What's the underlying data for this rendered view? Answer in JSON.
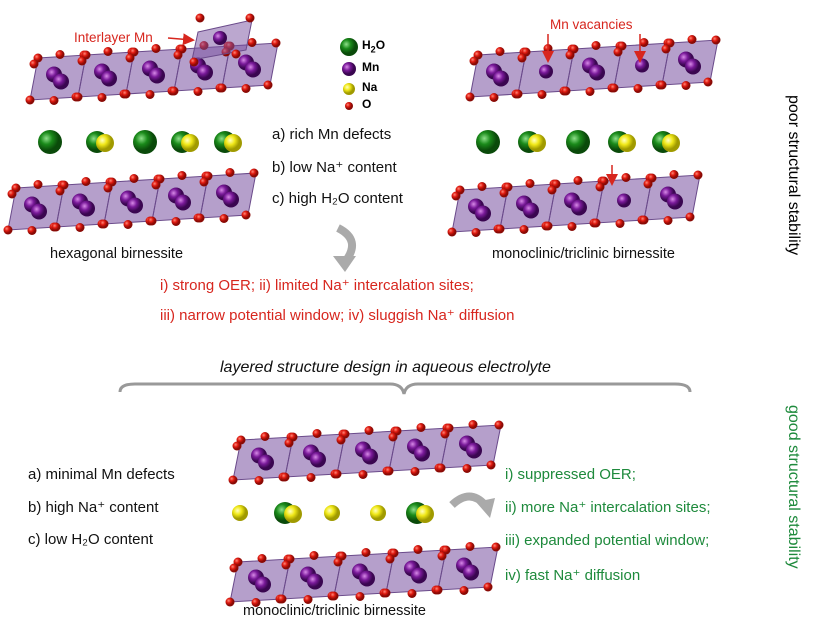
{
  "legend": {
    "h2o": "H2O",
    "mn": "Mn",
    "na": "Na",
    "o": "O"
  },
  "annotations": {
    "interlayer_mn": "Interlayer Mn",
    "mn_vacancies": "Mn vacancies"
  },
  "top": {
    "left_label": "hexagonal birnessite",
    "right_label": "monoclinic/triclinic birnessite",
    "features": [
      "a) rich Mn defects",
      "b) low Na⁺ content",
      "c) high H₂O content"
    ],
    "problems": [
      "i) strong OER; ii) limited Na⁺ intercalation sites;",
      "iii) narrow potential window; iv) sluggish Na⁺ diffusion"
    ],
    "side_label": "poor structural stability"
  },
  "middle": {
    "design_label": "layered structure design in aqueous electrolyte"
  },
  "bottom": {
    "label": "monoclinic/triclinic birnessite",
    "features": [
      "a) minimal Mn defects",
      "b) high Na⁺ content",
      "c) low H₂O content"
    ],
    "benefits": [
      "i) suppressed OER;",
      "ii) more Na⁺ intercalation sites;",
      "iii) expanded potential window;",
      "iv) fast Na⁺ diffusion"
    ],
    "side_label": "good structural stability"
  },
  "colors": {
    "red": "#d7261e",
    "green": "#1e8a3c",
    "purple": "#7a2a9a",
    "layer": "#8a6aa8"
  }
}
